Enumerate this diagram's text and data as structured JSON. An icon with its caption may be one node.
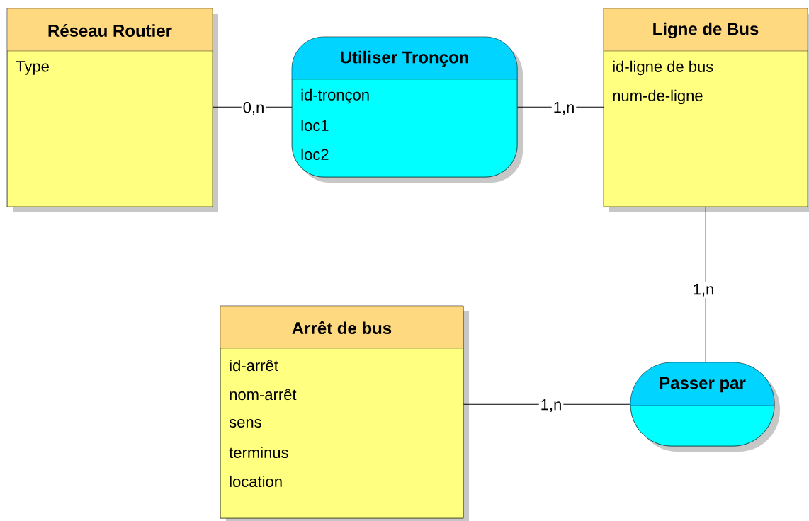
{
  "diagram": {
    "nodes": [
      {
        "text": [
          "Réseau Routier",
          "Type"
        ]
      },
      {
        "text": [
          "Utiliser Tronçon",
          "id-tronçon",
          "loc1",
          "loc2"
        ]
      },
      {
        "text": [
          "Ligne de Bus",
          "id-ligne de bus",
          "num-de-ligne"
        ]
      },
      {
        "text": [
          "Arrêt de bus",
          "id-arrêt",
          "nom-arrêt",
          "sens",
          "terminus",
          "location"
        ]
      },
      {
        "text": [
          "Passer par"
        ]
      }
    ],
    "edges": [
      {
        "from": 0,
        "to": 1,
        "arrow": "none",
        "label": "0,n"
      },
      {
        "from": 1,
        "to": 2,
        "arrow": "none",
        "label": "1,n"
      },
      {
        "from": 2,
        "to": 4,
        "arrow": "none",
        "label": "1,n"
      },
      {
        "from": 3,
        "to": 4,
        "arrow": "none",
        "label": "1,n"
      }
    ]
  }
}
